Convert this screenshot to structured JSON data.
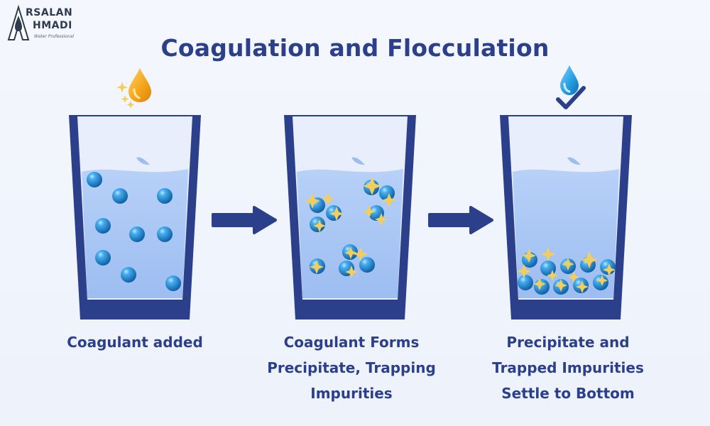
{
  "logo": {
    "line1": "RSALAN",
    "line2": "HMADI",
    "tagline": "Water Professional"
  },
  "title": "Coagulation and Flocculation",
  "steps": [
    {
      "caption_lines": [
        "Coagulant  added"
      ]
    },
    {
      "caption_lines": [
        "Coagulant Forms",
        "Precipitate, Trapping",
        "Impurities"
      ]
    },
    {
      "caption_lines": [
        "Precipitate and",
        "Trapped Impurities",
        "Settle to Bottom"
      ]
    }
  ],
  "colors": {
    "title": "#2b3f8a",
    "glass": "#2b3f8a",
    "water": "#a9c6f4",
    "particle": "#1d84cf",
    "sparkle": "#f4ce5a",
    "coagulant_drop": "#f3a71b",
    "clean_drop": "#2aa0e2"
  },
  "icons": {
    "step1": "coagulant-drop-icon",
    "step3": "clean-water-check-icon",
    "arrows": "right-arrow-icon"
  }
}
